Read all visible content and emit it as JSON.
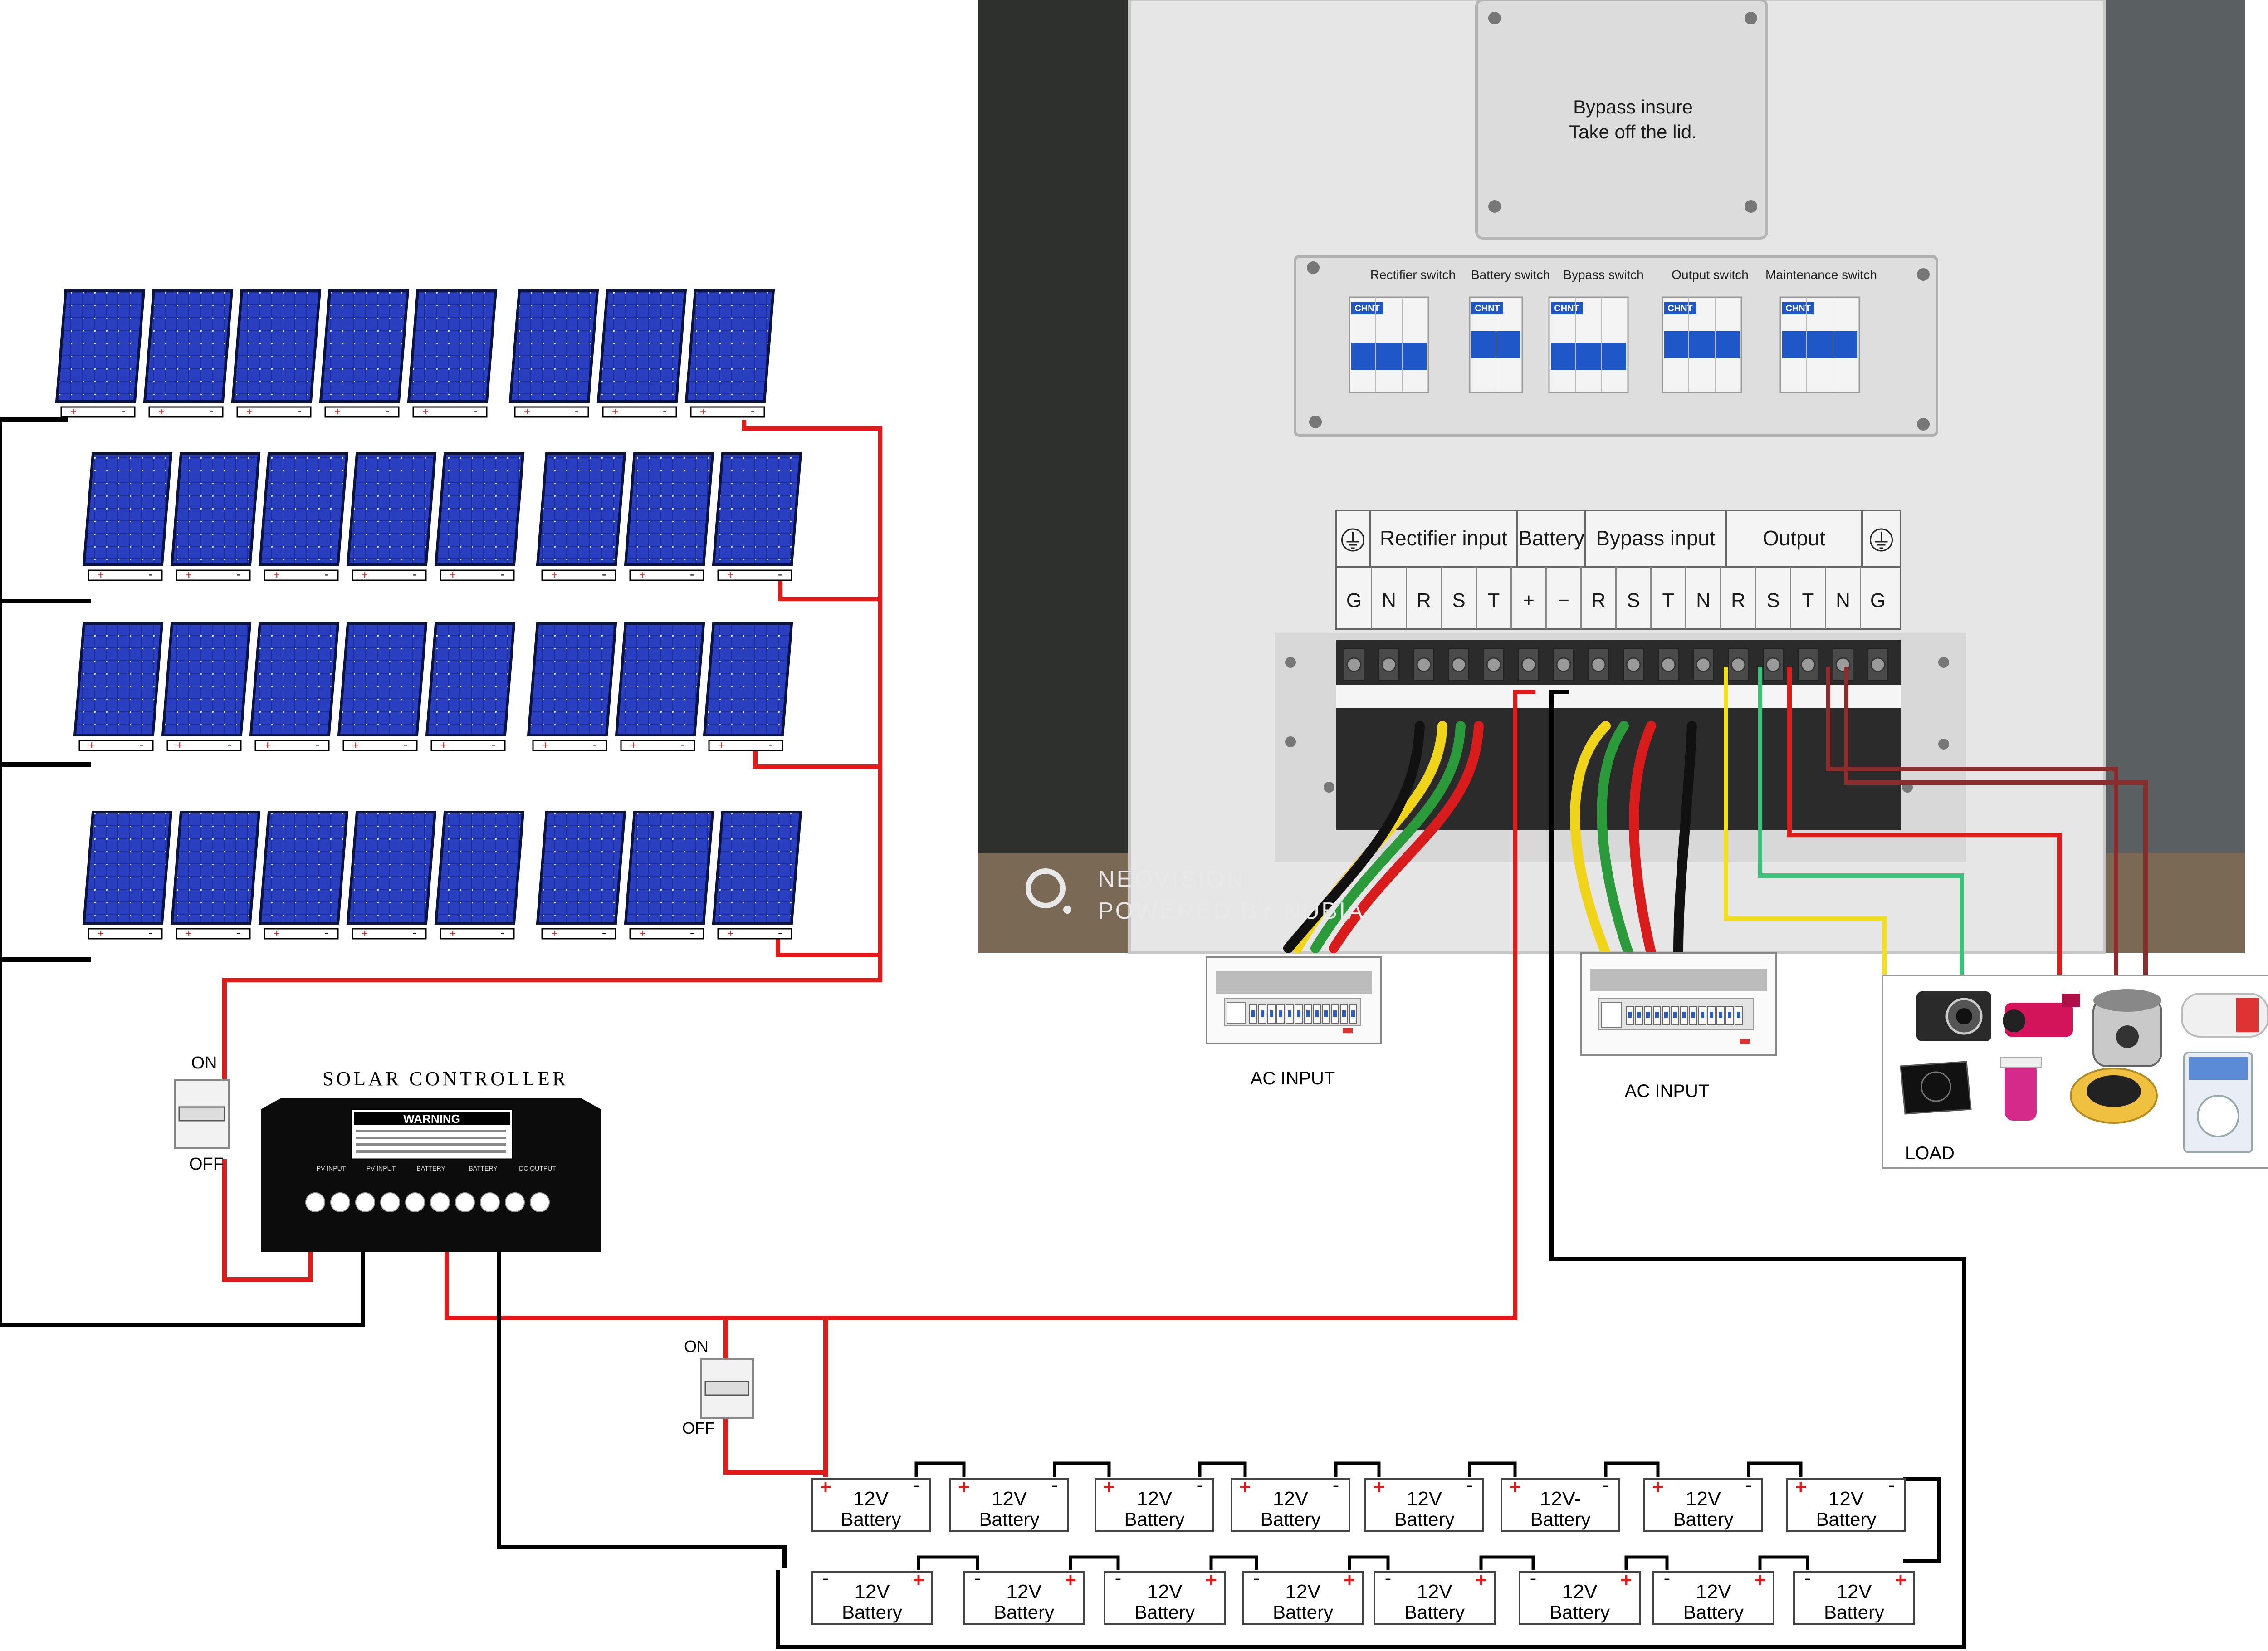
{
  "cabinet": {
    "bypass_lid": [
      "Bypass insure",
      "Take off the lid."
    ],
    "switch_labels": [
      "Rectifier switch",
      "Battery switch",
      "Bypass switch",
      "Output switch",
      "Maintenance switch"
    ],
    "breaker_brand": "CHNT",
    "terminal_groups": [
      "Rectifier input",
      "Battery",
      "Bypass input",
      "Output"
    ],
    "terminal_letters": [
      "G",
      "N",
      "R",
      "S",
      "T",
      "+",
      "−",
      "R",
      "S",
      "T",
      "N",
      "R",
      "S",
      "T",
      "N",
      "G"
    ],
    "watermark": [
      "NEOVISION",
      "POWERED BY NUBIA"
    ]
  },
  "solar_controller": {
    "title": "SOLAR CONTROLLER",
    "warning": "WARNING",
    "terminal_labels": [
      "PV INPUT",
      "PV INPUT",
      "BATTERY",
      "BATTERY",
      "DC OUTPUT"
    ]
  },
  "switch_on_label": "ON",
  "switch_off_label": "OFF",
  "ac_input_label": "AC INPUT",
  "load_label": "LOAD",
  "battery": {
    "voltage": "12V",
    "voltage_alt": "12V-",
    "name": "Battery",
    "plus": "+",
    "minus": "-"
  },
  "panel_rows": 4,
  "panels_per_row": 8,
  "batteries_per_row": 8,
  "colors": {
    "wire_red": "#e11a1a",
    "wire_black": "#000000",
    "wire_yellow": "#f2e01e",
    "wire_green": "#3cc07a",
    "wire_brown": "#8b2d2d",
    "panel_blue": "#1c2e9e",
    "cabinet_grey": "#e6e6e6",
    "breaker_blue": "#1f57c8"
  }
}
